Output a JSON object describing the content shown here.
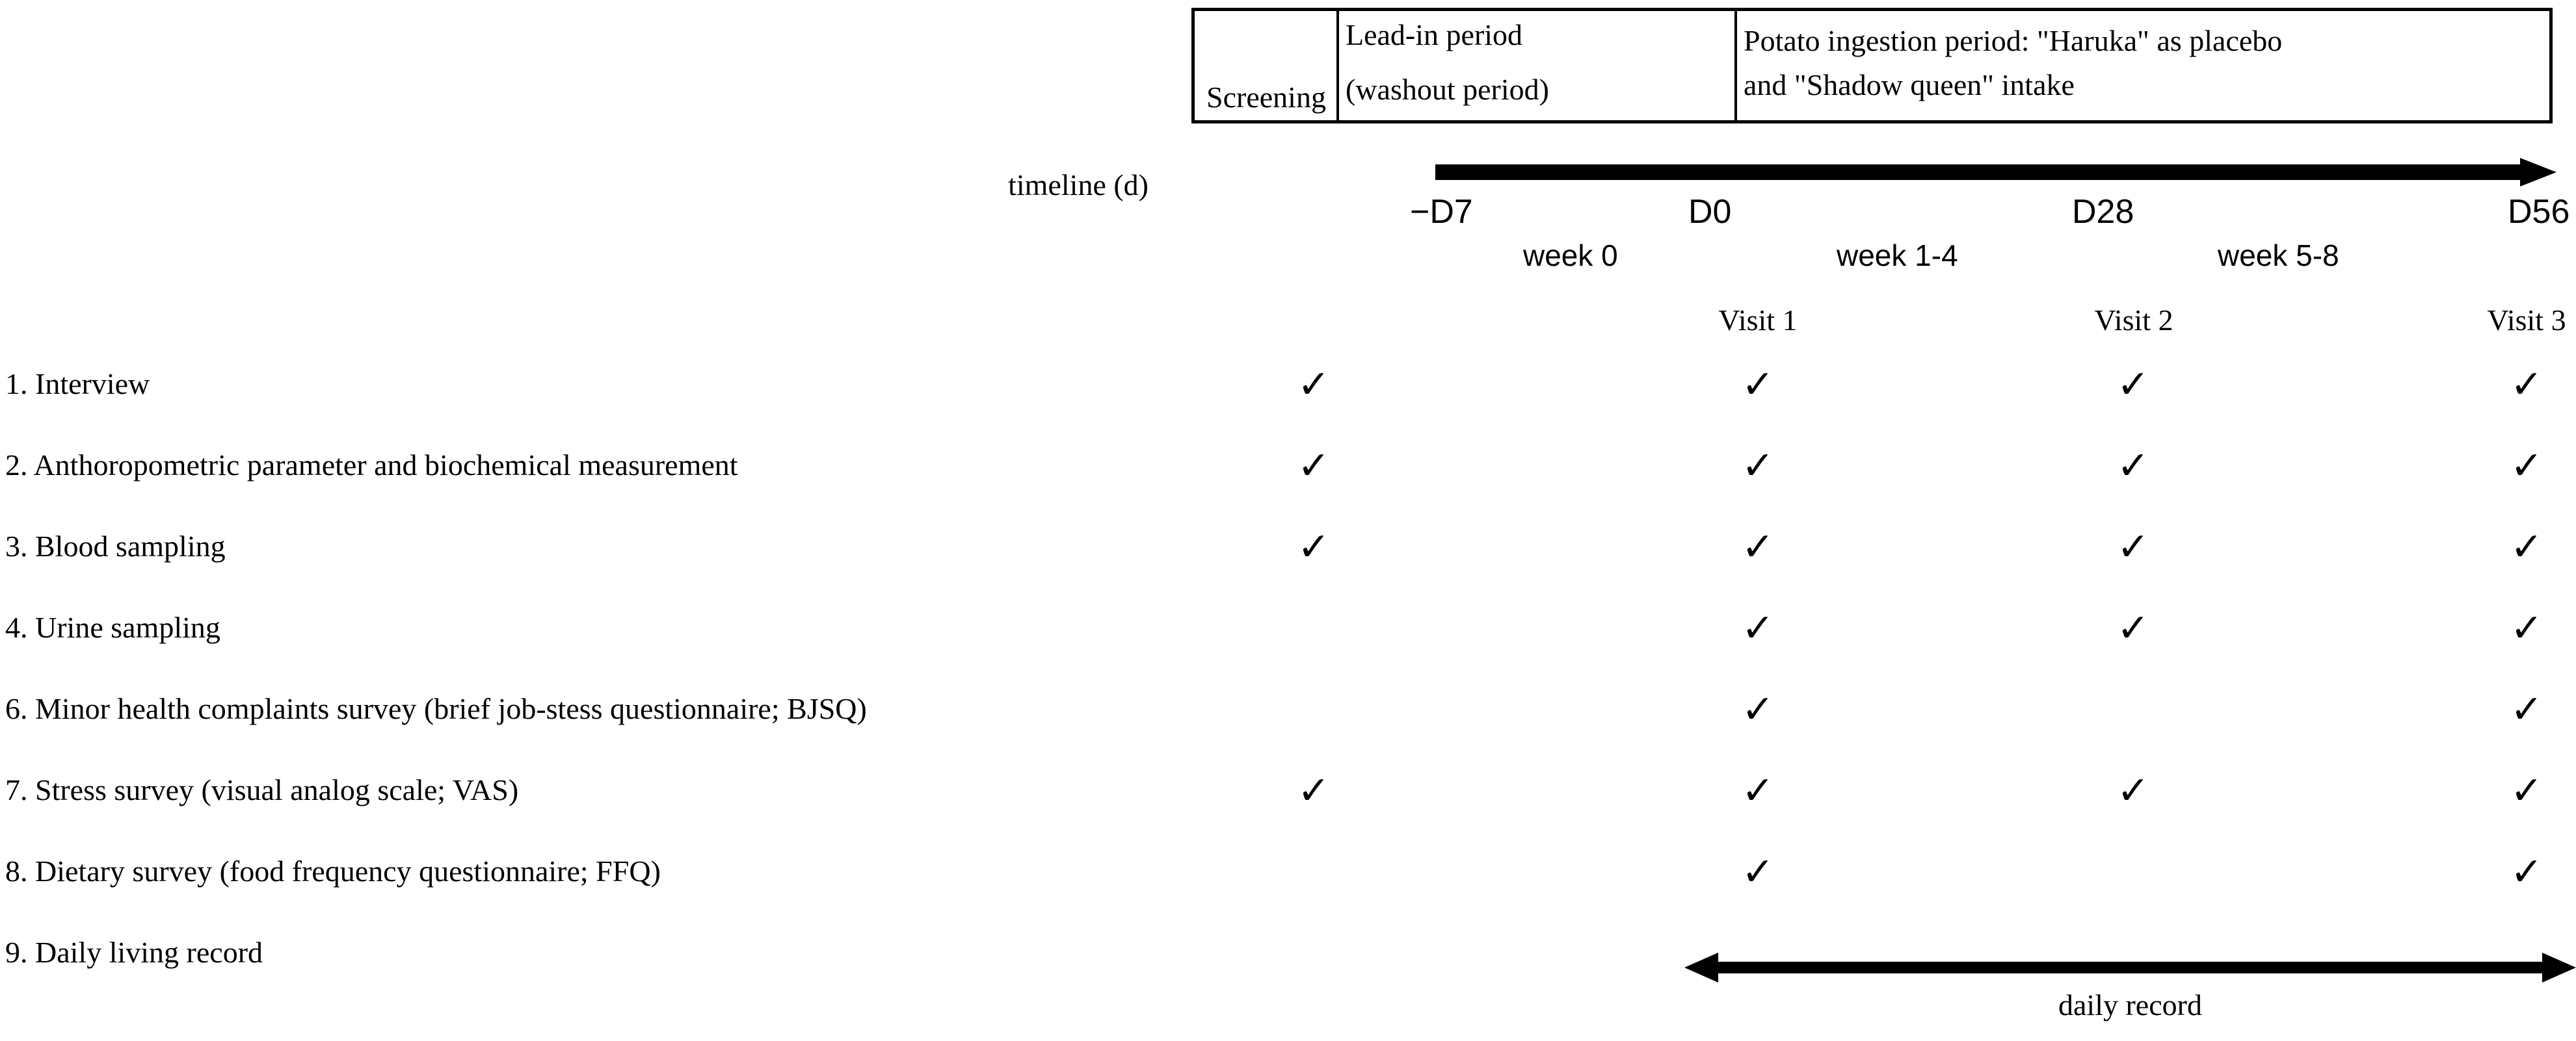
{
  "header": {
    "periods": [
      {
        "name": "screening",
        "label": "Screening"
      },
      {
        "name": "lead-in",
        "line1": "Lead-in period",
        "line2": "(washout period)"
      },
      {
        "name": "potato-ingestion",
        "line1": "Potato ingestion period: \"Haruka\" as placebo",
        "line2": "and \"Shadow queen\" intake"
      }
    ]
  },
  "timeline": {
    "axis_label": "timeline (d)",
    "days": [
      {
        "name": "d-minus-7",
        "label": "−D7"
      },
      {
        "name": "d0",
        "label": "D0"
      },
      {
        "name": "d28",
        "label": "D28"
      },
      {
        "name": "d56",
        "label": "D56"
      }
    ],
    "weeks": [
      {
        "name": "week-0",
        "label": "week 0"
      },
      {
        "name": "week-1-4",
        "label": "week 1-4"
      },
      {
        "name": "week-5-8",
        "label": "week 5-8"
      }
    ],
    "visits": [
      {
        "name": "visit-1",
        "label": "Visit 1"
      },
      {
        "name": "visit-2",
        "label": "Visit 2"
      },
      {
        "name": "visit-3",
        "label": "Visit 3"
      }
    ]
  },
  "assessments": {
    "check_glyph": "✓",
    "columns": [
      "Screening",
      "Visit 1",
      "Visit 2",
      "Visit 3"
    ],
    "rows": [
      {
        "name": "interview",
        "label": "1. Interview",
        "checks": [
          true,
          true,
          true,
          true
        ]
      },
      {
        "name": "anthropometric-biochemical",
        "label": "2. Anthoropometric parameter and biochemical measurement",
        "checks": [
          true,
          true,
          true,
          true
        ]
      },
      {
        "name": "blood-sampling",
        "label": "3. Blood sampling",
        "checks": [
          true,
          true,
          true,
          true
        ]
      },
      {
        "name": "urine-sampling",
        "label": "4. Urine sampling",
        "checks": [
          false,
          true,
          true,
          true
        ]
      },
      {
        "name": "minor-health-complaints-bjsq",
        "label": "6. Minor health complaints survey (brief job-stess questionnaire; BJSQ)",
        "checks": [
          false,
          true,
          false,
          true
        ]
      },
      {
        "name": "stress-survey-vas",
        "label": "7. Stress survey (visual analog scale; VAS)",
        "checks": [
          true,
          true,
          true,
          true
        ]
      },
      {
        "name": "dietary-survey-ffq",
        "label": "8. Dietary survey (food frequency questionnaire; FFQ)",
        "checks": [
          false,
          true,
          false,
          true
        ]
      },
      {
        "name": "daily-living-record",
        "label": "9. Daily living record",
        "checks": [
          false,
          false,
          false,
          false
        ]
      }
    ]
  },
  "daily_record": {
    "label": "daily record"
  },
  "colors": {
    "ink": "#000000",
    "background": "#ffffff"
  }
}
